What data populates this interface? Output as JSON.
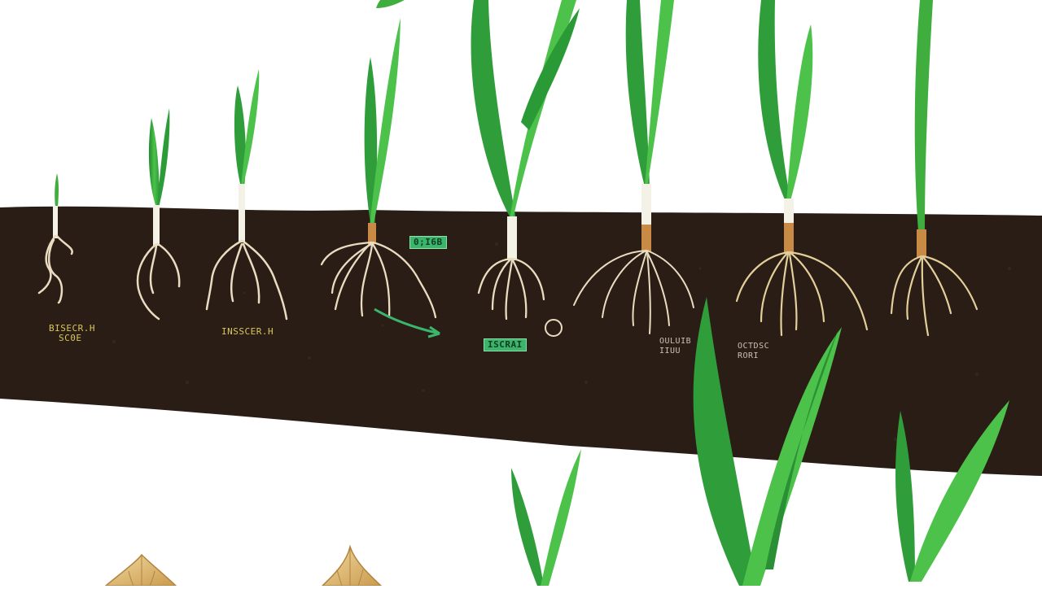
{
  "diagram": {
    "colors": {
      "soil": "#2a1d16",
      "soil_speck": "#3e2c22",
      "leaf": "#2f9e3a",
      "leaf_light": "#6fd35c",
      "root": "#e9dcc0",
      "root_tan": "#c9a35a",
      "stem_white": "#f4f1e6",
      "bulb": "#e8c98a",
      "label_yellow": "#d8c85a",
      "label_tag": "#3bb56b"
    },
    "icons": [
      "seedling-icon",
      "onion-bulb-icon",
      "root-icon",
      "leaf-icon",
      "arrow-icon"
    ],
    "labels": {
      "stage1_line1": "BISECR.H",
      "stage1_line2": "SC0E",
      "stage3": "INSSCER.H",
      "tag_top": "0;I6B",
      "tag_mid": "ISCRAI",
      "stage6_line1": "OULUIB",
      "stage6_line2": "IIUU",
      "stage7_line1": "OCTDSC",
      "stage7_line2": "RORI"
    }
  }
}
